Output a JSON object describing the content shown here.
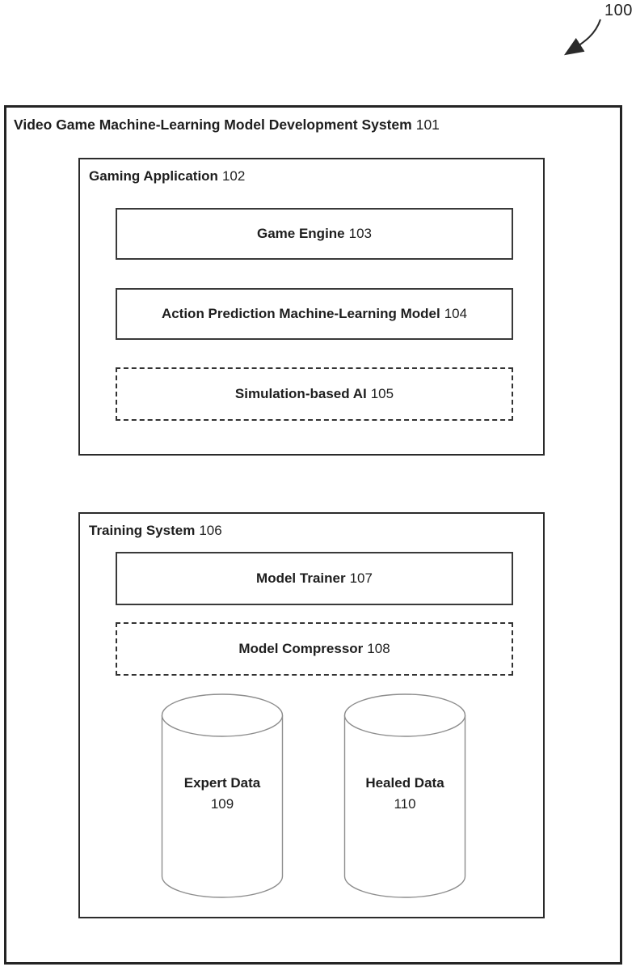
{
  "figure": {
    "ref_label": "100"
  },
  "system": {
    "title": "Video Game Machine-Learning Model Development System",
    "ref": "101"
  },
  "gaming_application": {
    "title": "Gaming Application",
    "ref": "102",
    "children": [
      {
        "label": "Game Engine",
        "ref": "103",
        "border": "solid"
      },
      {
        "label": "Action Prediction Machine-Learning Model",
        "ref": "104",
        "border": "solid"
      },
      {
        "label": "Simulation-based AI",
        "ref": "105",
        "border": "dashed"
      }
    ]
  },
  "training_system": {
    "title": "Training System",
    "ref": "106",
    "children": [
      {
        "label": "Model Trainer",
        "ref": "107",
        "border": "solid"
      },
      {
        "label": "Model Compressor",
        "ref": "108",
        "border": "dashed"
      }
    ],
    "datastores": [
      {
        "label": "Expert Data",
        "ref": "109"
      },
      {
        "label": "Healed Data",
        "ref": "110"
      }
    ]
  }
}
